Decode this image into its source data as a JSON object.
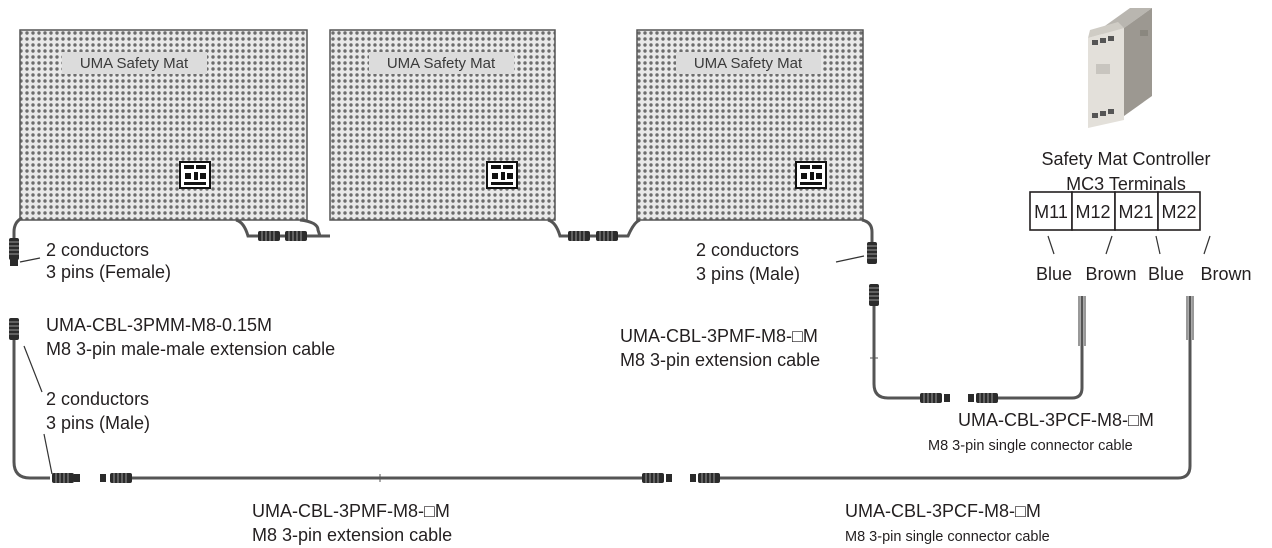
{
  "mats": [
    {
      "label": "UMA Safety Mat"
    },
    {
      "label": "UMA Safety Mat"
    },
    {
      "label": "UMA Safety Mat"
    }
  ],
  "controller": {
    "title_line1": "Safety Mat Controller",
    "title_line2": "MC3 Terminals",
    "terminals": [
      "M11",
      "M12",
      "M21",
      "M22"
    ],
    "wire_labels": [
      "Blue",
      "Brown",
      "Blue",
      "Brown"
    ]
  },
  "labels": {
    "left_connector_line1": "2 conductors",
    "left_connector_line2": "3 pins (Female)",
    "right_connector_line1": "2 conductors",
    "right_connector_line2": "3 pins (Male)",
    "mm_cable_line1": "UMA-CBL-3PMM-M8-0.15M",
    "mm_cable_line2": "M8 3-pin male-male extension cable",
    "mid_connector_line1": "2 conductors",
    "mid_connector_line2": "3 pins (Male)",
    "right_ext_line1": "UMA-CBL-3PMF-M8-□M",
    "right_ext_line2": "M8 3-pin extension cable",
    "right_single_line1": "UMA-CBL-3PCF-M8-□M",
    "right_single_line2": "M8 3-pin single connector cable",
    "bottom_ext_line1": "UMA-CBL-3PMF-M8-□M",
    "bottom_ext_line2": "M8 3-pin extension cable",
    "bottom_single_line1": "UMA-CBL-3PCF-M8-□M",
    "bottom_single_line2": "M8 3-pin single connector cable"
  }
}
